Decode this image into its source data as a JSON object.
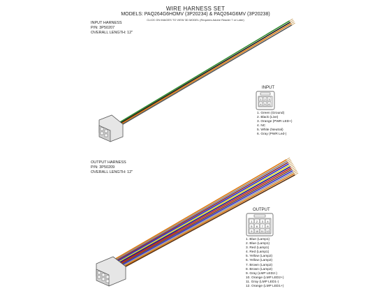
{
  "header": {
    "title": "WIRE HARNESS SET",
    "models": "MODELS: PAQ264G6HOMV (3P20234) & PAQ264G6MV (3P20238)",
    "note": "CLICK ON IMAGES TO VIEW 3D MODEL (Requires Adobe Reader 7 or Later)"
  },
  "input_harness": {
    "name": "INPUT HARNESS",
    "part_number": "P/N: 3P50207",
    "length": "OVERALL LENGTH: 12\"",
    "plug_title": "INPUT",
    "pin_labels": [
      "1",
      "2",
      "3",
      "4",
      "5",
      "6"
    ],
    "pins": [
      "1. Green (Ground)",
      "2. Black (Live)",
      "3. Orange (PWR LED+)",
      "4. NC",
      "5. White (Neutral)",
      "6. Gray (PWR Led-)"
    ],
    "wire_colors": [
      "#2e8b2e",
      "#1a1a1a",
      "#e07b10",
      "#555555"
    ]
  },
  "output_harness": {
    "name": "OUTPUT HARNESS",
    "part_number": "P/N: 3P50209",
    "length": "OVERALL LENGTH: 12\"",
    "plug_title": "OUTPUT",
    "pin_labels": [
      "1",
      "2",
      "3",
      "4",
      "5",
      "6",
      "7",
      "8",
      "9",
      "10",
      "11",
      "12"
    ],
    "pins": [
      "1. Blue (Lamp1)",
      "2. Blue (Lamp1)",
      "3. Red (Lamp1)",
      "4. Red (Lamp1)",
      "5. Yellow (Lamp2)",
      "6. Yellow (Lamp2)",
      "7. Brown (Lamp2)",
      "8. Brown (Lamp2)",
      "9. Gray (LMP LED2-)",
      "10. Orange (LMP LED2+)",
      "11. Gray (LMP LED1-)",
      "12. Orange (LMP LED1+)"
    ],
    "wire_colors": [
      "#e07b10",
      "#888888",
      "#8b2d2d",
      "#2a2ad0",
      "#d8d820",
      "#1a1a8a",
      "#c02020",
      "#7a4a20",
      "#2a2ad0",
      "#999999",
      "#e07b10",
      "#5a3010"
    ]
  }
}
